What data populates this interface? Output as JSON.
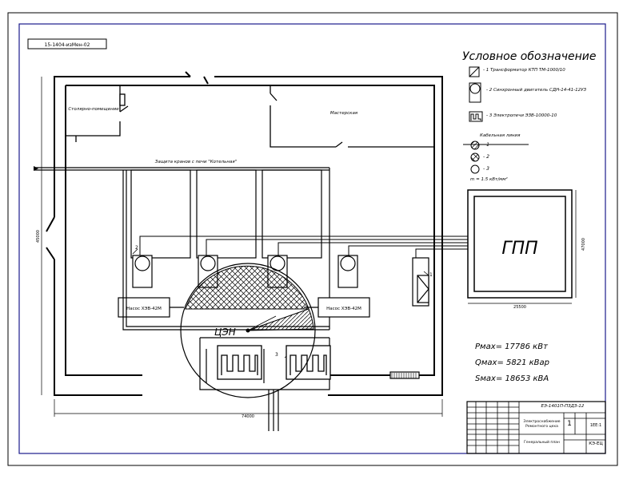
{
  "drawing": {
    "stamp_code": "15-1404-изМен-02",
    "rooms": {
      "left_room": "Столярно-помещение",
      "right_room": "Мастерская"
    },
    "supply_line": "Защита кранов с печи \"Котельная\"",
    "pumps": {
      "left": "Насос ХЭВ-42М",
      "right": "Насос ХЭВ-42М"
    },
    "center_label": "ЦЭН",
    "gpp_label": "ГПП",
    "callouts": {
      "two": "2",
      "three": "3",
      "one": "1"
    },
    "dims": {
      "bottom": "74000",
      "left": "45000",
      "gpp_bottom": "25500",
      "gpp_right": "47000"
    }
  },
  "legend": {
    "title": "Условное обозначение",
    "items": [
      {
        "icon": "transformer-icon",
        "text": "- 1 Трансформатор КТП ТМ-1000/10"
      },
      {
        "icon": "motor-icon",
        "text": "- 2 Синхронный двигатель СДН-14-41-12УЗ"
      },
      {
        "icon": "heater-icon",
        "text": "- 3 Электропечи ЭЗВ-10000-10"
      }
    ],
    "cable_title": "Кабельная линия",
    "cables": [
      {
        "icon": "hatched-circle-icon",
        "text": "- 1"
      },
      {
        "icon": "crosshatched-circle-icon",
        "text": "- 2"
      },
      {
        "icon": "empty-circle-icon",
        "text": "- 3"
      }
    ],
    "scale_note": "m = 1.5 кВт/мм²"
  },
  "loads": {
    "p": "Pмах= 17786 кВт",
    "q": "Qмах= 5821 кВар",
    "s": "Sмах= 18653 кВА"
  },
  "title_block": {
    "code": "ЕЭ-1401П-ПЗДЗ-12",
    "desc": "Электроснабжение Ремонтного цеха",
    "sheet_label": "Генеральный план",
    "org": "КЭ-ЕЦ",
    "sheet_no": "1",
    "total": "1ЕЕ:1"
  }
}
